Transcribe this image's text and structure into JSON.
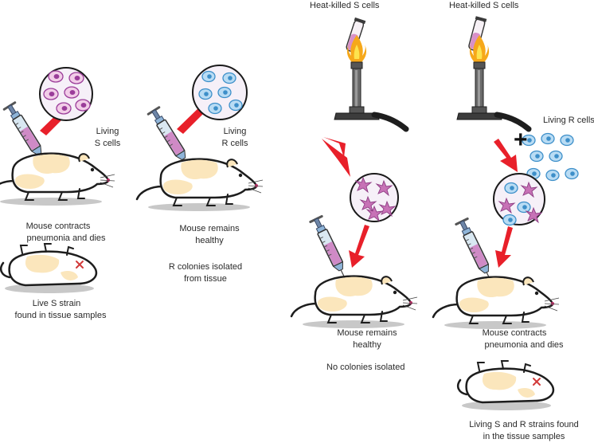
{
  "colors": {
    "arrow": "#e8202a",
    "s_cell_fill": "#f2cde8",
    "s_cell_nucleus": "#9b3d9a",
    "r_cell_fill": "#b9dcf4",
    "r_cell_nucleus": "#3d8fc9",
    "heat_killed_fill": "#c772b6",
    "syringe_liquid": "#cf8ac6",
    "mouse_patch": "#fbe6bc",
    "flame": "#f6a81a"
  },
  "icons": [
    "syringe-icon",
    "mouse-icon",
    "dead-mouse-icon",
    "test-tube-icon",
    "bunsen-burner-icon",
    "flame-icon",
    "plus-icon"
  ],
  "panels": {
    "p1": {
      "circle_label_1": "Living",
      "circle_label_2": "S cells",
      "result_1": "Mouse contracts",
      "result_2": "pneumonia and dies",
      "finding_1": "Live S strain",
      "finding_2": "found in tissue samples"
    },
    "p2": {
      "circle_label_1": "Living",
      "circle_label_2": "R cells",
      "result_1": "Mouse remains",
      "result_2": "healthy",
      "finding_1": "R colonies isolated",
      "finding_2": "from tissue"
    },
    "p3": {
      "heat_label": "Heat-killed S cells",
      "result_1": "Mouse remains",
      "result_2": "healthy",
      "finding": "No colonies isolated"
    },
    "p4": {
      "heat_label": "Heat-killed S cells",
      "plus": "+",
      "living_r_label": "Living R cells",
      "result_1": "Mouse contracts",
      "result_2": "pneumonia and dies",
      "finding_1": "Living S and R strains found",
      "finding_2": "in the tissue samples"
    }
  }
}
